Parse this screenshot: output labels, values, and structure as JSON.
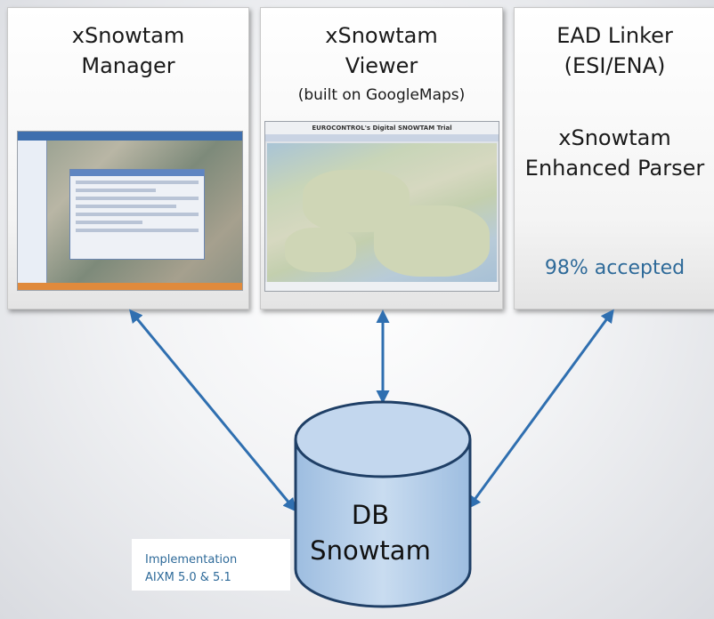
{
  "panels": [
    {
      "title_line1": "xSnowtam",
      "title_line2": "Manager"
    },
    {
      "title_line1": "xSnowtam",
      "title_line2": "Viewer",
      "subtitle": "(built on GoogleMaps)",
      "screenshot_title": "EUROCONTROL's Digital SNOWTAM Trial"
    },
    {
      "title_line1": "EAD Linker",
      "title_line2": "(ESI/ENA)",
      "parser_line1": "xSnowtam",
      "parser_line2": "Enhanced Parser",
      "accepted": "98% accepted"
    }
  ],
  "database": {
    "line1": "DB",
    "line2": "Snowtam"
  },
  "note": {
    "line1": "Implementation",
    "line2": "AIXM 5.0 & 5.1"
  },
  "colors": {
    "accent": "#2e6a99",
    "arrow": "#2f6fb0",
    "db_fill": "#b8cfe8",
    "db_stroke": "#1f3f66"
  }
}
